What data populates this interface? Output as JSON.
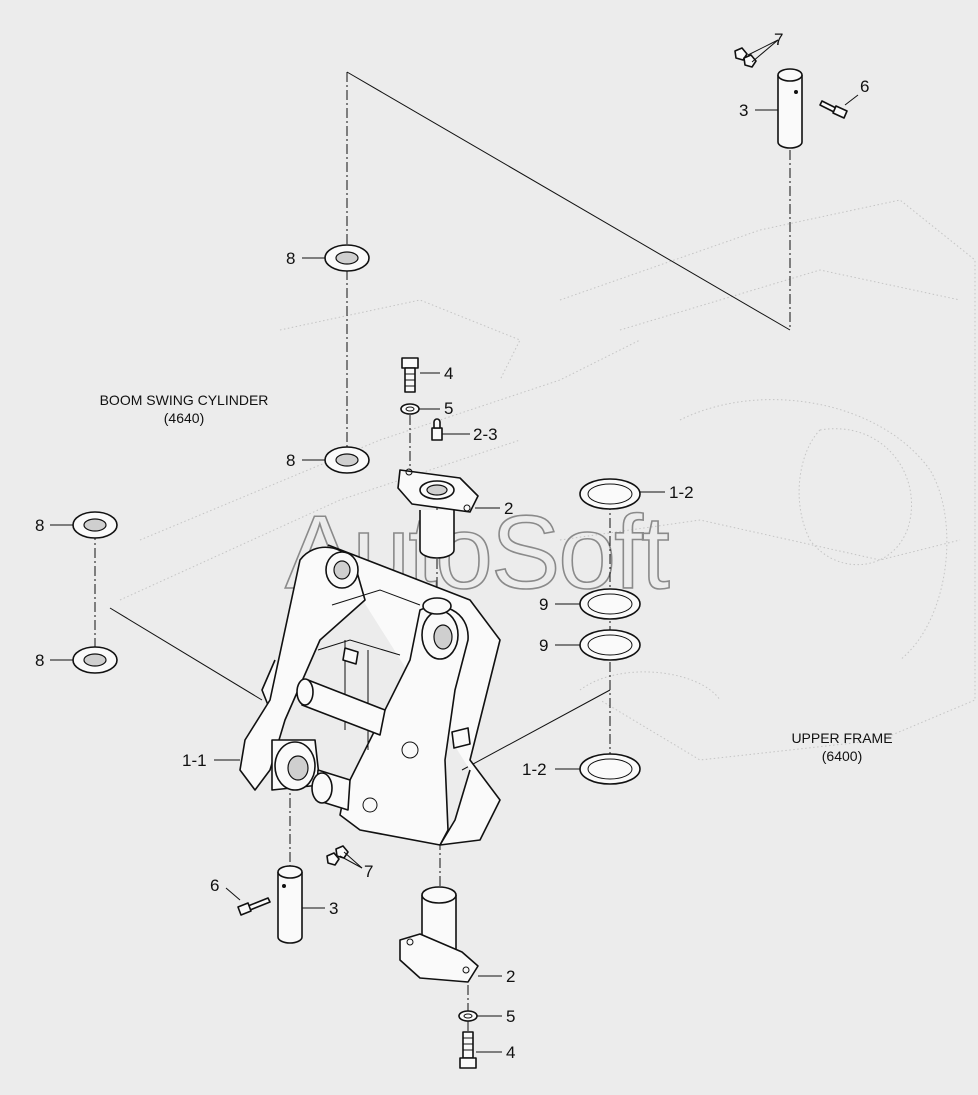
{
  "watermark": "AutoSoft",
  "notes": {
    "boom_swing_cylinder_line1": "BOOM SWING CYLINDER",
    "boom_swing_cylinder_line2": "(4640)",
    "upper_frame_line1": "UPPER FRAME",
    "upper_frame_line2": "(6400)"
  },
  "callouts": {
    "c7_top": "7",
    "c6_top": "6",
    "c3_top": "3",
    "c8_a": "8",
    "c8_b": "8",
    "c8_c": "8",
    "c8_d": "8",
    "c4_top": "4",
    "c5_top": "5",
    "c2_3": "2-3",
    "c2_top": "2",
    "c1_2_top": "1-2",
    "c9_a": "9",
    "c9_b": "9",
    "c1_1": "1-1",
    "c1_2_bottom": "1-2",
    "c7_bottom": "7",
    "c6_bottom": "6",
    "c3_bottom": "3",
    "c2_bottom": "2",
    "c5_bottom": "5",
    "c4_bottom": "4"
  },
  "colors": {
    "background": "#ececec",
    "line": "#111111",
    "watermark": "#8a8a8a"
  }
}
